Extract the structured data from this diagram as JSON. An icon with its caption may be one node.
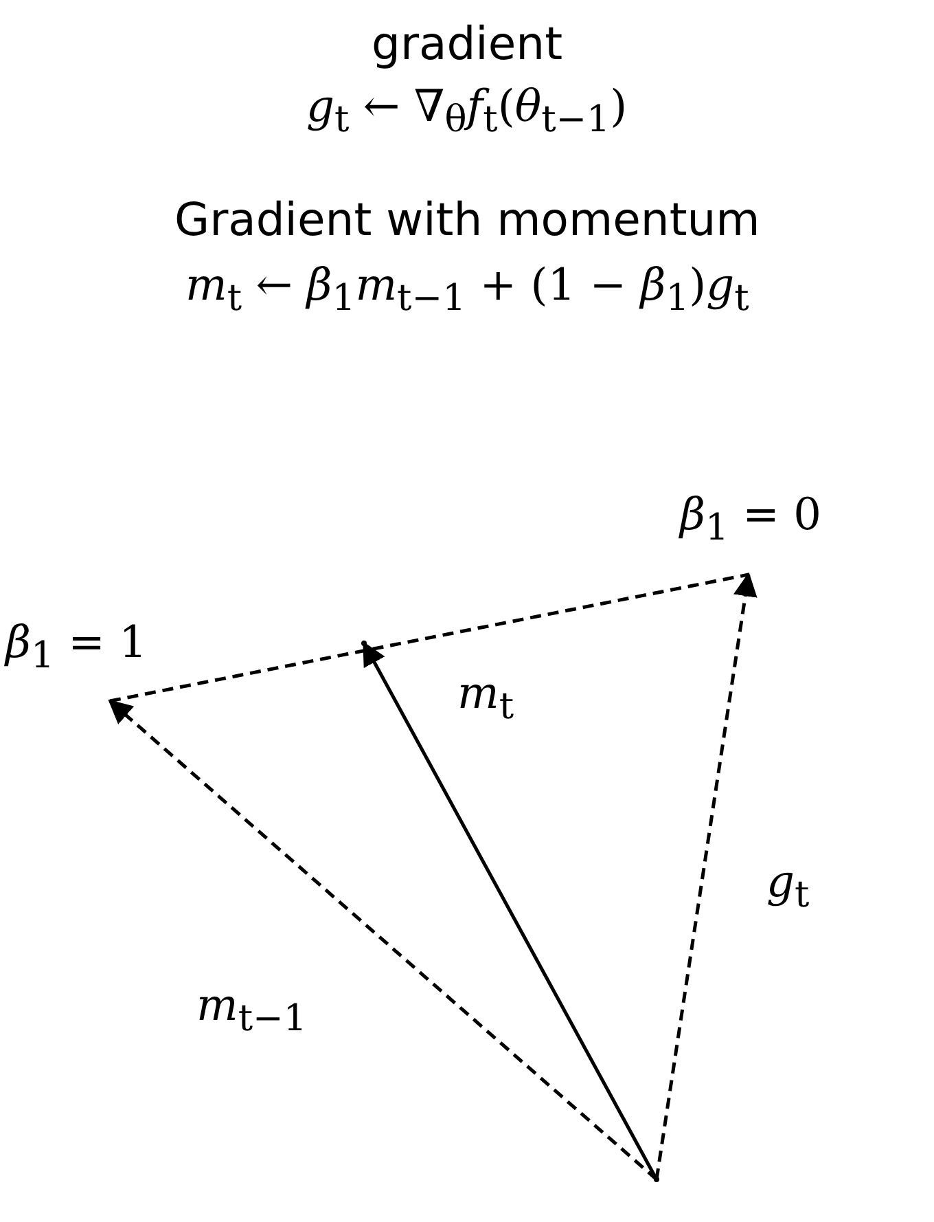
{
  "diagram": {
    "nodes": [
      {
        "text": [],
        "shape": "point"
      },
      {
        "text": [
          "*β*$_{1}$ = 1"
        ]
      },
      {
        "text": [
          "*β*$_{1}$ = 0"
        ]
      },
      {
        "text": [],
        "shape": "point"
      }
    ],
    "edges": [
      {
        "from": 0,
        "to": 1,
        "arrow": "to",
        "style": "dashed",
        "label": "*m*$_{t−1}$"
      },
      {
        "from": 0,
        "to": 2,
        "arrow": "to",
        "style": "dashed",
        "label": "*g*$_{t}$"
      },
      {
        "from": 0,
        "to": 3,
        "arrow": "to",
        "label": "*m*$_{t}$"
      },
      {
        "from": 1,
        "to": 2,
        "arrow": "none",
        "style": "dashed"
      }
    ],
    "labels": [
      "gradient",
      "*g*$_{t}$ ← ∇$_{θ}$*f*$_{t}$(*θ*$_{t−1}$)",
      "Gradient with momentum",
      "*m*$_{t}$ ← *β*$_{1}$*m*$_{t−1}$ + (1 − *β*$_{1}$)*g*$_{t}$"
    ]
  }
}
